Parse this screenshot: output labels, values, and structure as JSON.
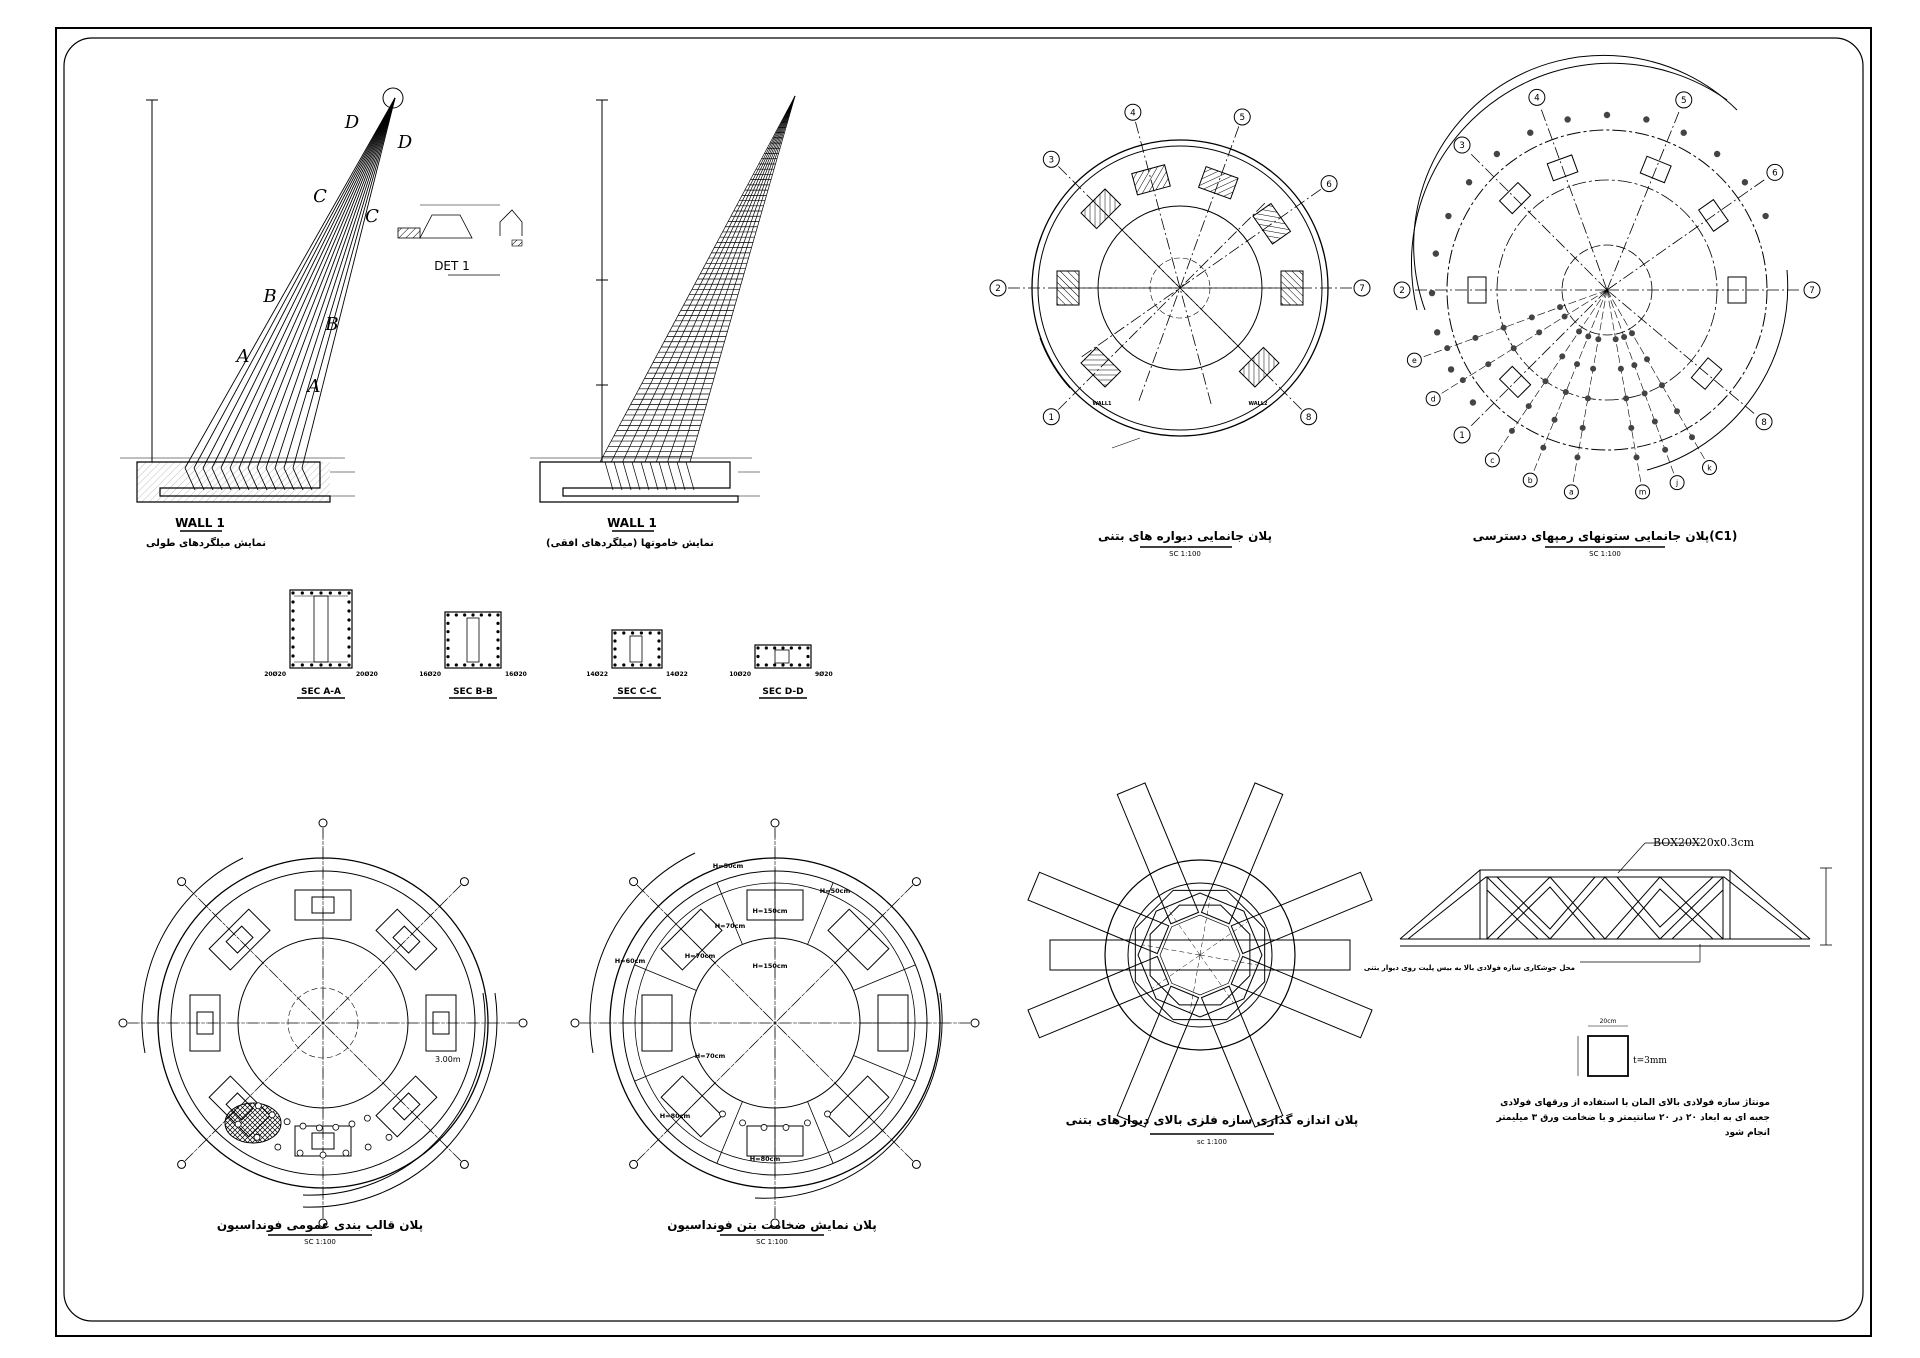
{
  "drawings": {
    "wall_long": {
      "label": "WALL 1",
      "caption": "نمایش میلگردهای طولی",
      "rebar_letters": [
        "D",
        "D",
        "C",
        "C",
        "B",
        "B",
        "A",
        "A"
      ],
      "det_label": "DET 1"
    },
    "wall_trans": {
      "label": "WALL 1",
      "caption": "نمایش خاموتها (میلگردهای افقی)"
    },
    "sections": [
      {
        "label": "SEC A-A",
        "bar_left": "20Ø20",
        "bar_right": "20Ø20"
      },
      {
        "label": "SEC B-B",
        "bar_left": "16Ø20",
        "bar_right": "16Ø20"
      },
      {
        "label": "SEC C-C",
        "bar_left": "14Ø22",
        "bar_right": "14Ø22"
      },
      {
        "label": "SEC D-D",
        "bar_left": "10Ø20",
        "bar_right": "9Ø20"
      }
    ],
    "plan_walls": {
      "title": "پلان جانمایی دیواره های بتنی",
      "scale": "SC 1:100",
      "axes": [
        "1",
        "2",
        "3",
        "4",
        "5",
        "6",
        "7",
        "8"
      ],
      "wall_labels": [
        "WALL1",
        "WALL2"
      ]
    },
    "plan_columns": {
      "title": "پلان جانمایی ستونهای رمپهای دسترسی(C1)",
      "scale": "SC 1:100",
      "axes": [
        "1",
        "2",
        "3",
        "4",
        "5",
        "6",
        "7",
        "8"
      ],
      "col_labels": [
        "a",
        "b",
        "c",
        "d",
        "e",
        "j",
        "k",
        "m"
      ]
    },
    "plan_formwork": {
      "title": "پلان قالب بندی عمومی فونداسیون",
      "scale": "SC 1:100",
      "dim": "3.00m"
    },
    "plan_thickness": {
      "title": "پلان نمایش ضخامت بتن فونداسیون",
      "scale": "SC 1:100",
      "thickness_labels": [
        "H=50cm",
        "H=70cm",
        "H=150cm",
        "H=60cm",
        "H=80cm",
        "H=50cm",
        "H=70cm",
        "H=150cm",
        "H=80cm",
        "H=70cm"
      ]
    },
    "plan_steel": {
      "title": "پلان اندازه گذاری سازه فلزی بالای دیوارهای بتنی",
      "scale": "sc 1:100"
    },
    "truss": {
      "box_label": "BOX20X20x0.3cm",
      "note_label": "محل جوشکاری سازه فولادی بالا به بیس پلیت روی دیوار بتنی",
      "t_label": "t=3mm",
      "size_label": "20cm",
      "note_lines": [
        "مونتاژ سازه فولادی بالای المان با استفاده از ورقهای فولادی",
        "جعبه ای به ابعاد ۲۰ در ۲۰ سانتیمتر و با ضخامت ورق ۳ میلیمتر",
        "انجام شود"
      ]
    }
  },
  "colors": {
    "line": "#000000",
    "paper": "#ffffff"
  }
}
